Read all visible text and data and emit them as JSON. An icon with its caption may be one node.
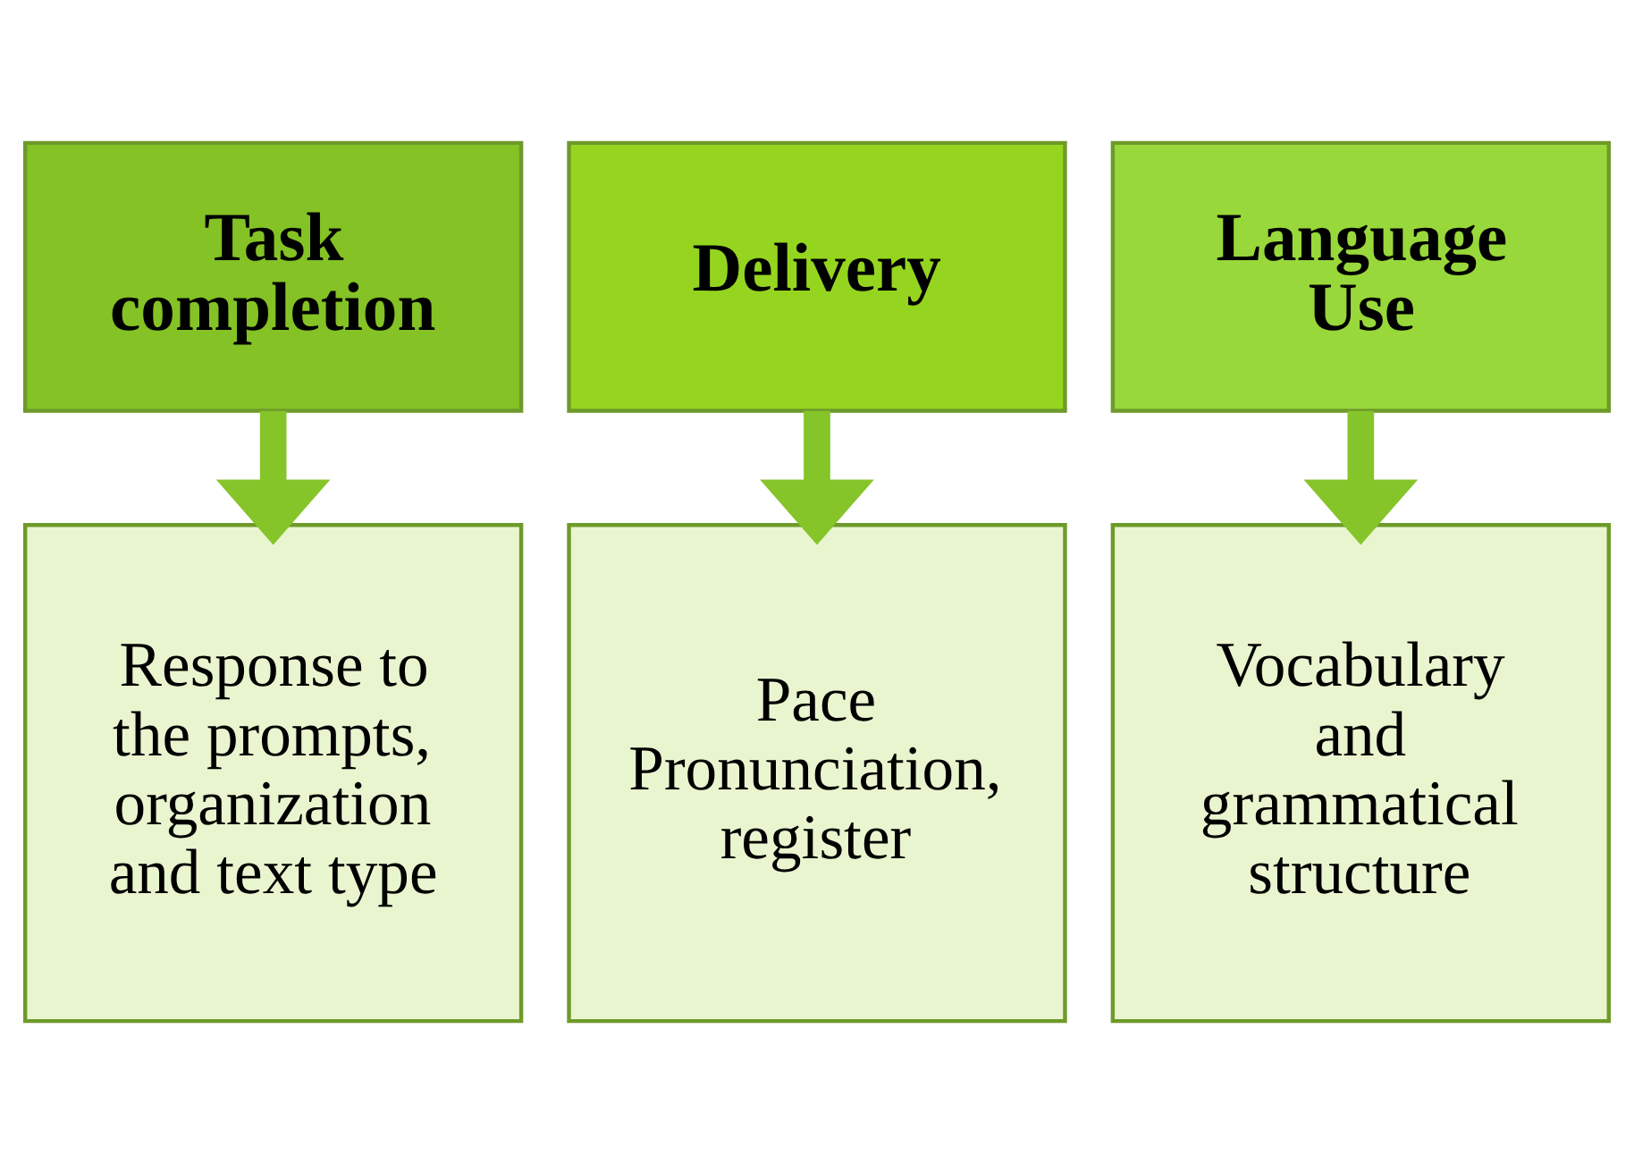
{
  "diagram": {
    "nodes": [
      {
        "text": [
          "Task completion"
        ]
      },
      {
        "text": [
          "Delivery"
        ]
      },
      {
        "text": [
          "Language Use"
        ]
      },
      {
        "text": [
          "Response to the prompts, organization and text type"
        ]
      },
      {
        "text": [
          "Pace",
          "Pronunciation, register"
        ]
      },
      {
        "text": [
          "Vocabulary and grammatical structure"
        ]
      }
    ],
    "edges": [
      {
        "from": 0,
        "to": 3,
        "arrow": "to"
      },
      {
        "from": 1,
        "to": 4,
        "arrow": "to"
      },
      {
        "from": 2,
        "to": 5,
        "arrow": "to"
      }
    ]
  }
}
